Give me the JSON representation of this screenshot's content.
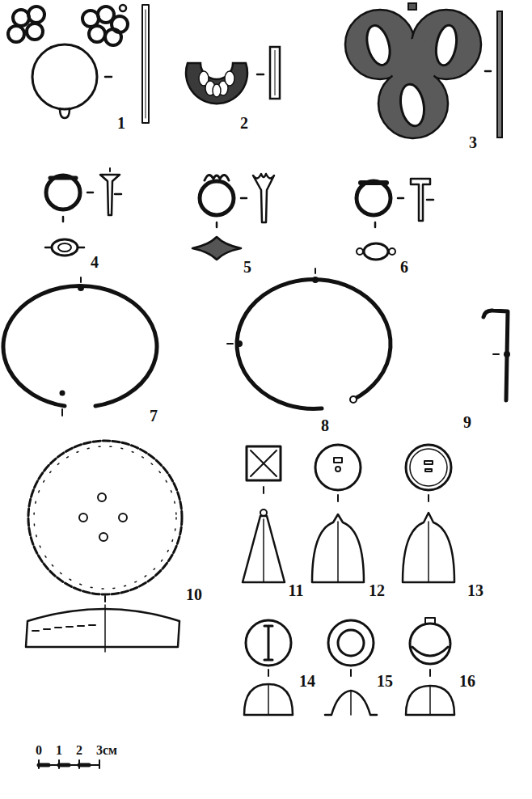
{
  "diagram": {
    "labels": [
      "1",
      "2",
      "3",
      "4",
      "5",
      "6",
      "7",
      "8",
      "9",
      "10",
      "11",
      "12",
      "13",
      "14",
      "15",
      "16",
      "0",
      "1",
      "2",
      "3см"
    ]
  }
}
